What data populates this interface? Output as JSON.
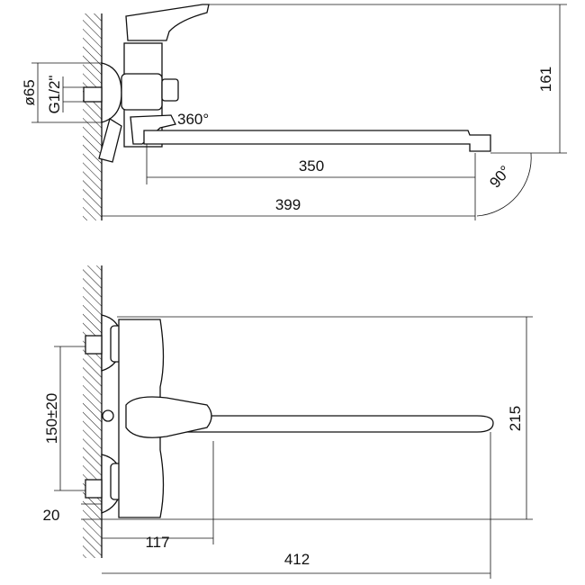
{
  "top_view": {
    "dims": {
      "flange_diameter": "ø65",
      "thread": "G1/2\"",
      "swivel": "360°",
      "spout_reach": "350",
      "total_length": "399",
      "height": "161",
      "angle": "90°"
    }
  },
  "front_view": {
    "dims": {
      "center_distance": "150±20",
      "height": "215",
      "offset": "20",
      "lever_position": "117",
      "total_length": "412"
    }
  }
}
